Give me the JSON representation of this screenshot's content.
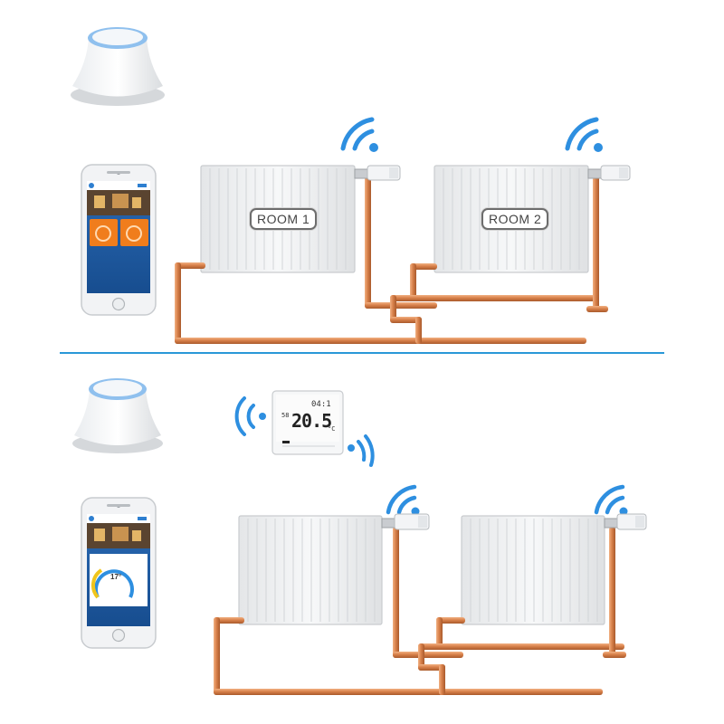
{
  "rooms": {
    "room1": "ROOM 1",
    "room2": "ROOM 2"
  },
  "thermostat": {
    "left_value": "58",
    "time": "04:1",
    "temperature": "20.5",
    "unit": "°C"
  },
  "phone_bottom": {
    "temperature": "17°"
  },
  "colors": {
    "pipe": "#c97a45",
    "wifi": "#2e8fe0",
    "divider": "#2a98d8",
    "orange_tile": "#f07d1c",
    "app_blue": "#1d5fa8",
    "gateway_ring": "#9cc8f0"
  },
  "icons": [
    "gateway-icon",
    "wifi-signal-icon",
    "phone-icon",
    "radiator-icon",
    "thermostatic-head-icon",
    "room-thermostat-icon",
    "copper-pipe-icon"
  ]
}
